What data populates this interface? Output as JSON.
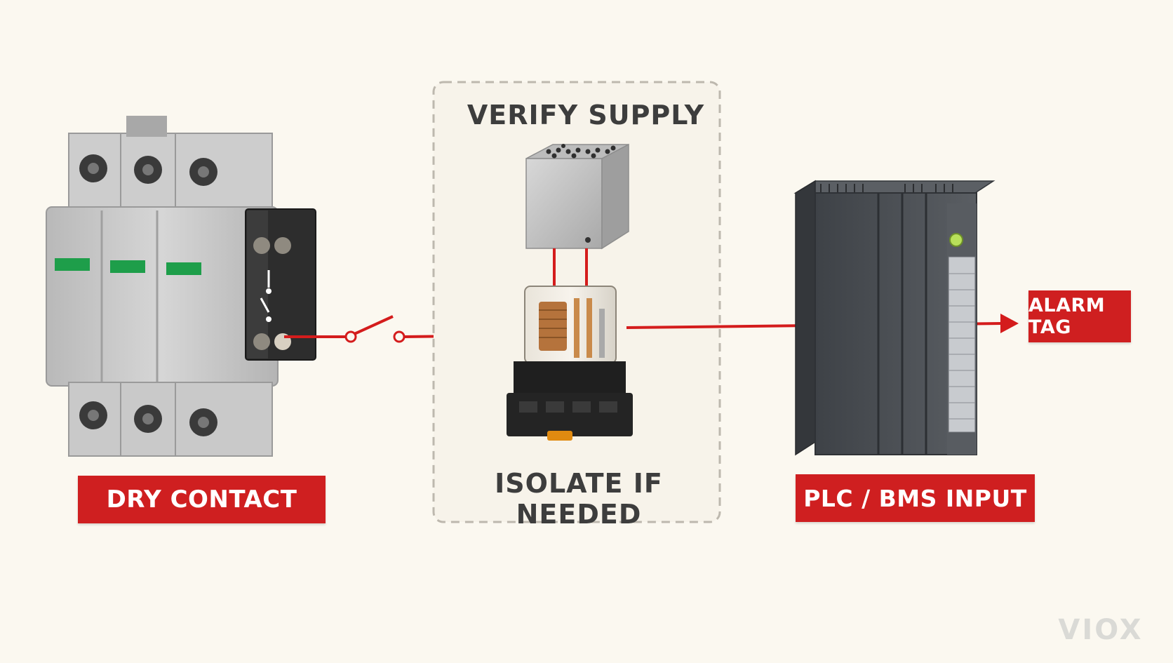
{
  "labels": {
    "dry_contact": "DRY CONTACT",
    "plc_bms_input": "PLC / BMS INPUT",
    "alarm_tag": "ALARM TAG"
  },
  "captions": {
    "verify_supply": "VERIFY SUPPLY",
    "isolate_if_needed": "ISOLATE IF NEEDED"
  },
  "watermark": "VIOX",
  "colors": {
    "accent_red": "#cf1f20",
    "background": "#fbf8f0",
    "device_gray": "#c7c7c7",
    "plc_dark": "#4f5358",
    "status_green": "#1e9e4a"
  },
  "icons": [
    "surge-protector-icon",
    "switch-contact-icon",
    "power-supply-icon",
    "relay-icon",
    "plc-module-icon",
    "arrow-right-icon"
  ]
}
